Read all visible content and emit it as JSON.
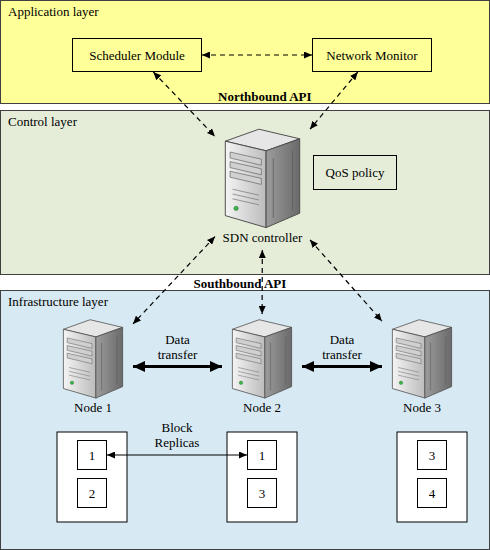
{
  "diagram": {
    "nodes": [
      {
        "text": [
          "Application layer"
        ]
      },
      {
        "text": [
          "Scheduler Module"
        ],
        "in": 0
      },
      {
        "text": [
          "Network Monitor"
        ],
        "in": 0
      },
      {
        "text": [
          "Control layer"
        ]
      },
      {
        "text": [
          "SDN controller"
        ],
        "in": 3
      },
      {
        "text": [
          "QoS policy"
        ],
        "in": 3
      },
      {
        "text": [
          "Infrastructure layer"
        ]
      },
      {
        "text": [
          "Node 1"
        ],
        "in": 6
      },
      {
        "text": [
          "Node 2"
        ],
        "in": 6
      },
      {
        "text": [
          "Node 3"
        ],
        "in": 6
      },
      {
        "text": [
          "1"
        ],
        "in": 6
      },
      {
        "text": [
          "2"
        ],
        "in": 6
      },
      {
        "text": [
          "1"
        ],
        "in": 6
      },
      {
        "text": [
          "3"
        ],
        "in": 6
      },
      {
        "text": [
          "3"
        ],
        "in": 6
      },
      {
        "text": [
          "4"
        ],
        "in": 6
      }
    ],
    "edges": [
      {
        "from": 1,
        "to": 2,
        "arrow": "both"
      },
      {
        "from": 1,
        "to": 4,
        "arrow": "both"
      },
      {
        "from": 2,
        "to": 4,
        "arrow": "both"
      },
      {
        "from": 4,
        "to": 7,
        "arrow": "both"
      },
      {
        "from": 4,
        "to": 8,
        "arrow": "both"
      },
      {
        "from": 4,
        "to": 9,
        "arrow": "both"
      },
      {
        "from": 7,
        "to": 8,
        "label": "Data transfer",
        "arrow": "both"
      },
      {
        "from": 8,
        "to": 9,
        "label": "Data transfer",
        "arrow": "both"
      },
      {
        "from": 10,
        "to": 12,
        "label": "Block Replicas",
        "arrow": "both"
      }
    ],
    "labels": [
      "Northbound API",
      "Southbound API"
    ]
  }
}
